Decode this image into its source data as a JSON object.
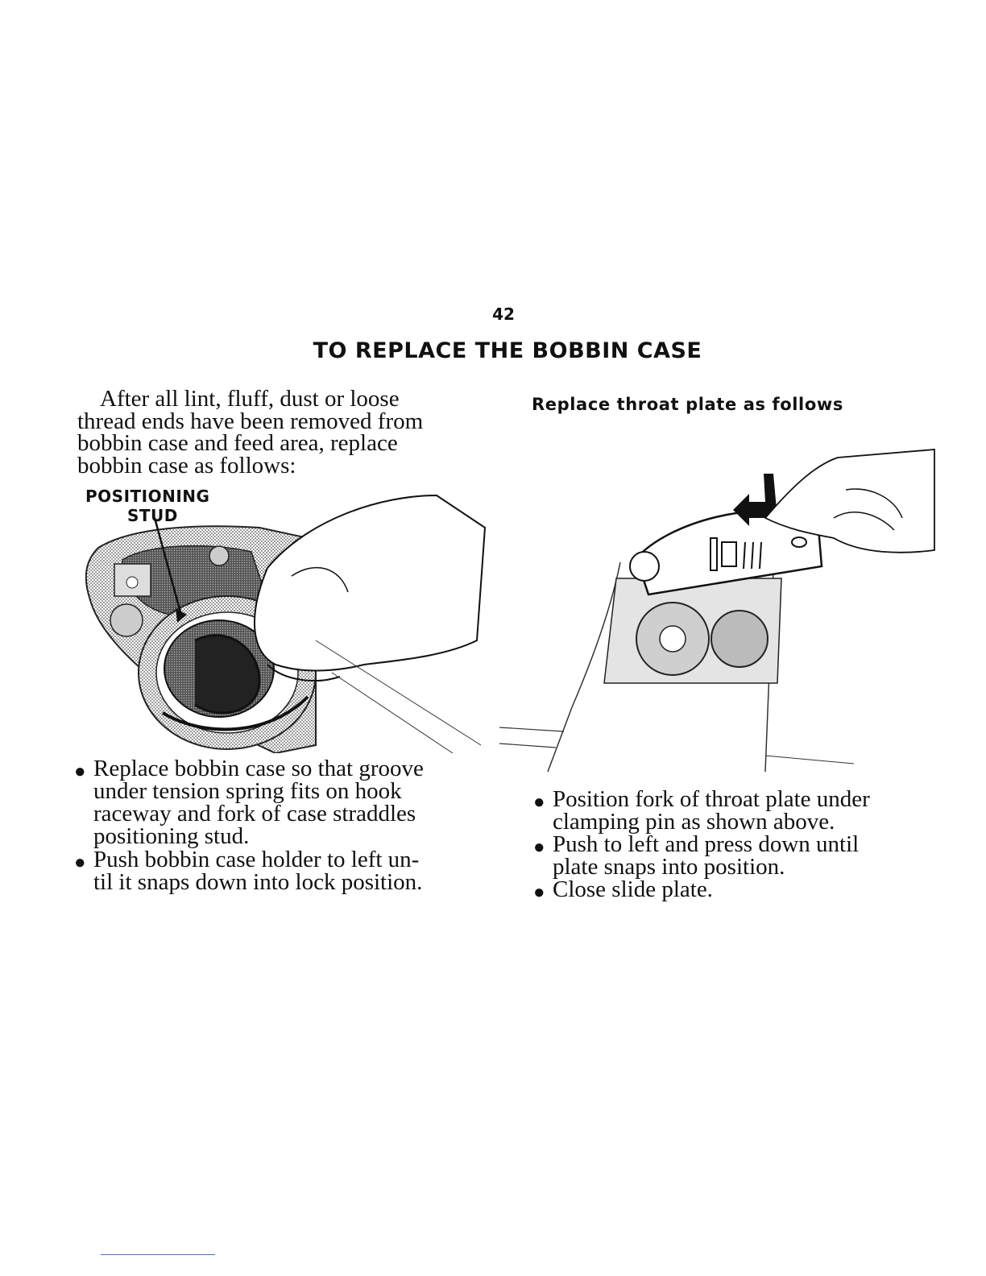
{
  "page": {
    "number": "42",
    "title": "TO REPLACE THE BOBBIN CASE"
  },
  "left_column": {
    "intro_lines": [
      "After all lint, fluff, dust or loose",
      "thread ends have been removed from",
      "bobbin case and feed area, replace",
      "bobbin case as follows:"
    ],
    "figure_label_line1": "POSITIONING",
    "figure_label_line2": "STUD",
    "bullets": [
      {
        "lines": [
          "Replace bobbin case so that groove",
          "under tension spring fits on hook",
          "raceway and fork of case straddles",
          "positioning stud."
        ]
      },
      {
        "lines": [
          "Push bobbin case holder to left un-",
          "til it snaps down into lock position."
        ]
      }
    ]
  },
  "right_column": {
    "heading": "Replace throat plate as follows",
    "bullets": [
      {
        "lines": [
          "Position fork of throat plate under",
          "clamping pin as shown above."
        ]
      },
      {
        "lines": [
          "Push to left and press down until",
          "plate snaps into position."
        ]
      },
      {
        "lines": [
          "Close slide plate."
        ]
      }
    ]
  },
  "icons": {
    "bullet": "●",
    "left_figure": "hand-inserting-bobbin-case-illustration",
    "right_figure": "hand-replacing-throat-plate-illustration"
  }
}
